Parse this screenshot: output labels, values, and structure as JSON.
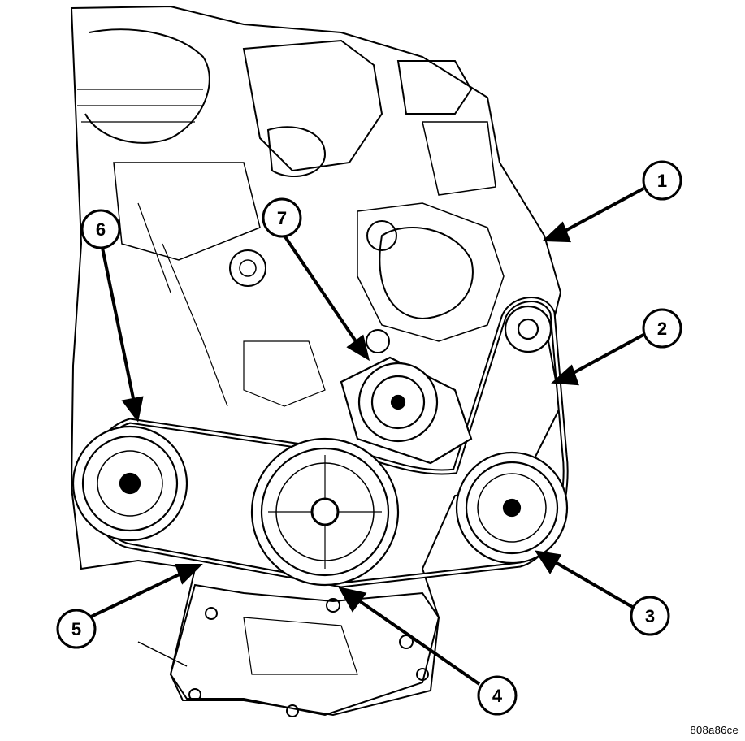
{
  "figure": {
    "code": "808a86ce",
    "callouts": [
      {
        "id": "callout-1",
        "label": "1"
      },
      {
        "id": "callout-2",
        "label": "2"
      },
      {
        "id": "callout-3",
        "label": "3"
      },
      {
        "id": "callout-4",
        "label": "4"
      },
      {
        "id": "callout-5",
        "label": "5"
      },
      {
        "id": "callout-6",
        "label": "6"
      },
      {
        "id": "callout-7",
        "label": "7"
      }
    ]
  }
}
